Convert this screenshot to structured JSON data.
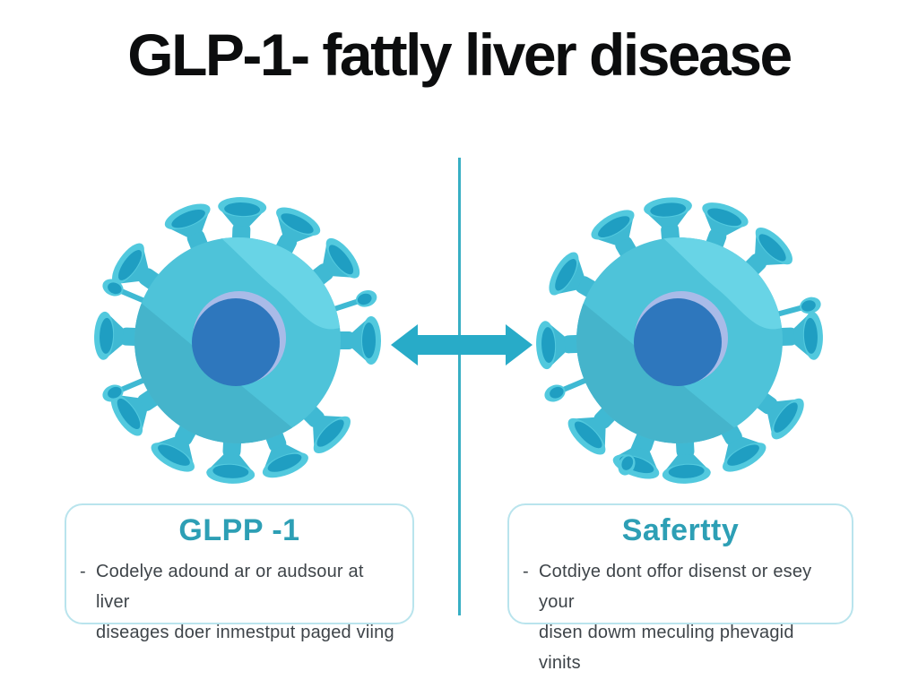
{
  "title": "GLP-1- fattly liver disease",
  "diagram": {
    "left_virus": {
      "icon": "virus-cell-illustration",
      "spike_angles": [
        0,
        38,
        63,
        88,
        112,
        145,
        178,
        214,
        241,
        267,
        291,
        315
      ],
      "pin_angles": [
        18,
        157,
        203
      ]
    },
    "right_virus": {
      "icon": "virus-cell-illustration",
      "spike_angles": [
        2,
        45,
        70,
        95,
        120,
        150,
        182,
        226,
        251,
        273,
        299,
        324
      ],
      "pin_angles": [
        15,
        203,
        247
      ]
    },
    "arrow_icon": "double-headed-arrow-icon",
    "divider_icon": "vertical-divider-line"
  },
  "panels": {
    "left": {
      "heading": "GLPP -1",
      "bullet": "-",
      "line1": "Codelye adound ar or audsour at liver",
      "line2": "diseages doer inmestput paged viing"
    },
    "right": {
      "heading": "Safertty",
      "bullet": "-",
      "line1": "Cotdiye dont offor disenst or esey your",
      "line2": "disen dowm meculing phevagid vinits"
    }
  },
  "colors": {
    "virus-body": "#4ec3d9",
    "virus-shade": "#45b4cb",
    "virus-hi": "#68d4e6",
    "nucleus": "#2e77bd",
    "nucleus-rim": "#a9bbe8",
    "spike": "#3fb9d3",
    "spike-cap": "#52c9de",
    "spike-face": "#1f9ec2",
    "accent": "#28abc8",
    "divider": "#38afc4",
    "heading": "#2d9fb5",
    "panel-border": "#b9e4ed"
  }
}
